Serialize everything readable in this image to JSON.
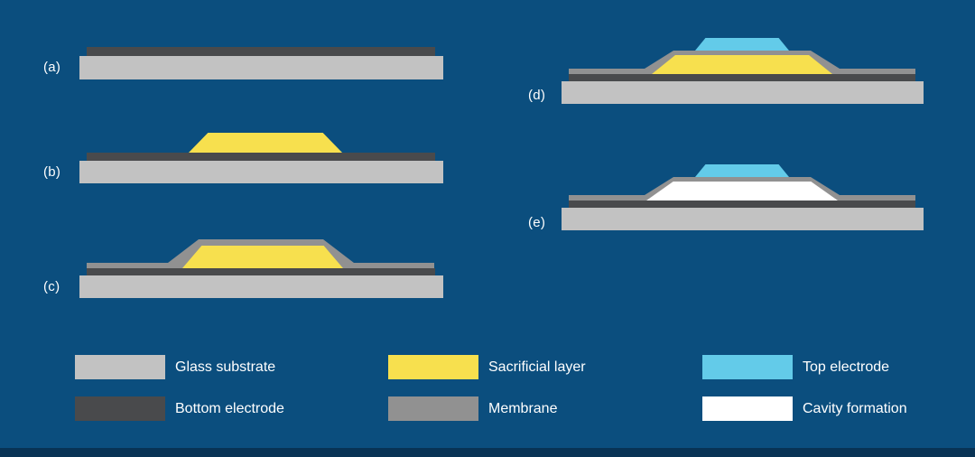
{
  "background": {
    "canvas": "#0b4e7e",
    "footer_strip": "#083355"
  },
  "colors": {
    "glass_substrate": "#c2c2c2",
    "bottom_electrode": "#494a4c",
    "sacrificial_layer": "#f7e04e",
    "membrane": "#919191",
    "top_electrode": "#63cbe9",
    "cavity": "#ffffff",
    "text": "#ffffff"
  },
  "steps": [
    {
      "label": "(a)",
      "layers": [
        "Glass substrate",
        "Bottom electrode"
      ]
    },
    {
      "label": "(b)",
      "layers": [
        "Glass substrate",
        "Bottom electrode",
        "Sacrificial layer"
      ]
    },
    {
      "label": "(c)",
      "layers": [
        "Glass substrate",
        "Bottom electrode",
        "Sacrificial layer",
        "Membrane"
      ]
    },
    {
      "label": "(d)",
      "layers": [
        "Glass substrate",
        "Bottom electrode",
        "Sacrificial layer",
        "Membrane",
        "Top electrode"
      ]
    },
    {
      "label": "(e)",
      "layers": [
        "Glass substrate",
        "Bottom electrode",
        "Membrane",
        "Top electrode",
        "Cavity formation"
      ]
    }
  ],
  "legend": [
    {
      "key": "glass_substrate",
      "label": "Glass substrate"
    },
    {
      "key": "sacrificial_layer",
      "label": "Sacrificial layer"
    },
    {
      "key": "top_electrode",
      "label": "Top electrode"
    },
    {
      "key": "bottom_electrode",
      "label": "Bottom electrode"
    },
    {
      "key": "membrane",
      "label": "Membrane"
    },
    {
      "key": "cavity",
      "label": "Cavity formation"
    }
  ]
}
